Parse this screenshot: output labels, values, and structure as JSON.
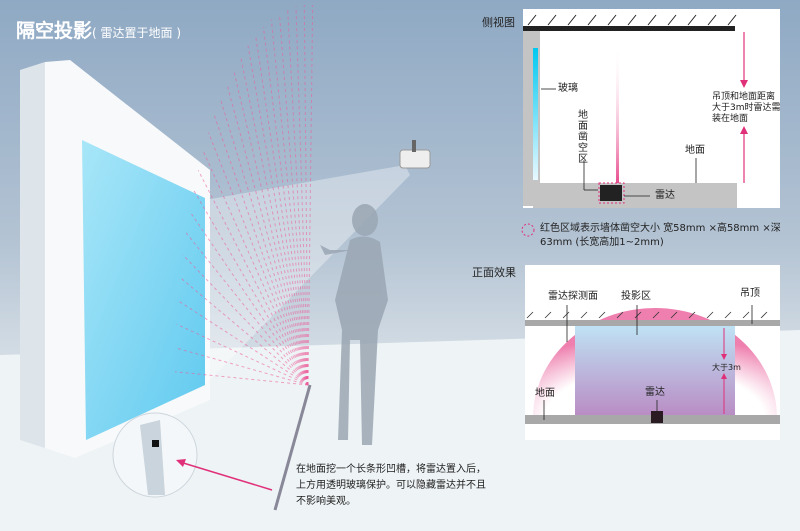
{
  "title": {
    "main": "隔空投影",
    "sub": "( 雷达置于地面 )"
  },
  "side_view": {
    "heading": "侧视图",
    "glass": "玻璃",
    "floor_cutout": "地面凿空区",
    "floor": "地面",
    "radar": "雷达",
    "note": [
      "吊顶和地面距离",
      "大于3m时雷达需",
      "装在地面"
    ],
    "caption": [
      "红色区域表示墙体凿空大小 宽58mm ×高58mm ×深",
      "63mm (长宽高加1~2mm)"
    ]
  },
  "front_view": {
    "heading": "正面效果",
    "detect_plane": "雷达探测面",
    "projection_area": "投影区",
    "ceiling": "吊顶",
    "height": "大于3m",
    "floor": "地面",
    "radar": "雷达"
  },
  "description": [
    "在地面挖一个长条形凹槽，将雷达置入后，",
    "上方用透明玻璃保护。可以隐藏雷达并不且",
    "不影响美观。"
  ],
  "colors": {
    "accent": "#e0307a",
    "glass": "#7fd8f2"
  }
}
